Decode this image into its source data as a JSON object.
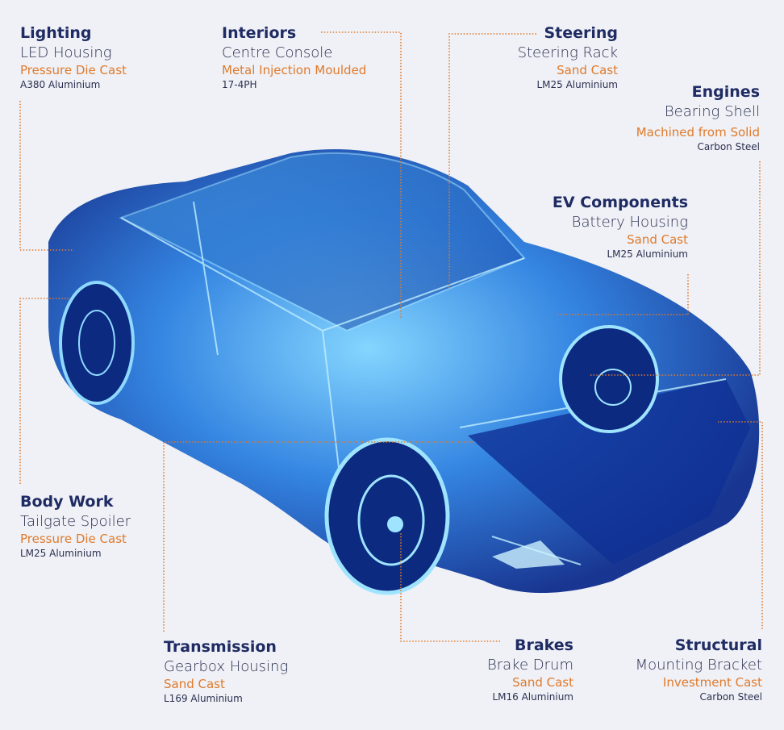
{
  "callouts": [
    {
      "category": "Lighting",
      "part": "LED Housing",
      "process": "Pressure Die Cast",
      "material": "A380 Aluminium"
    },
    {
      "category": "Interiors",
      "part": "Centre Console",
      "process": "Metal Injection Moulded",
      "material": "17-4PH"
    },
    {
      "category": "Steering",
      "part": "Steering Rack",
      "process": "Sand Cast",
      "material": "LM25 Aluminium"
    },
    {
      "category": "Engines",
      "part": "Bearing Shell",
      "process": "Machined from Solid",
      "material": "Carbon Steel"
    },
    {
      "category": "EV Components",
      "part": "Battery Housing",
      "process": "Sand Cast",
      "material": "LM25 Aluminium"
    },
    {
      "category": "Body Work",
      "part": "Tailgate Spoiler",
      "process": "Pressure Die Cast",
      "material": "LM25 Aluminium"
    },
    {
      "category": "Transmission",
      "part": "Gearbox Housing",
      "process": "Sand Cast",
      "material": "L169 Aluminium"
    },
    {
      "category": "Brakes",
      "part": "Brake Drum",
      "process": "Sand Cast",
      "material": "LM16 Aluminium"
    },
    {
      "category": "Structural",
      "part": "Mounting Bracket",
      "process": "Investment Cast",
      "material": "Carbon Steel"
    }
  ],
  "colors": {
    "heading": "#1f2b63",
    "process": "#e07a2c",
    "background": "#eff1f6",
    "car": "#1a5fd0"
  }
}
